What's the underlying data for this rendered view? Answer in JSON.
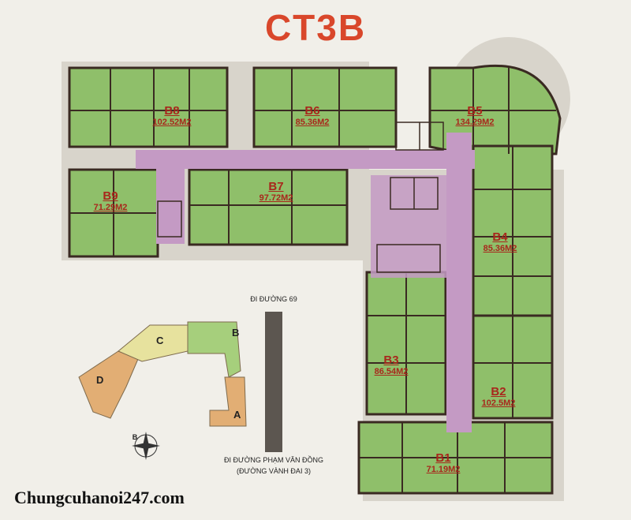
{
  "title": "CT3B",
  "units": [
    {
      "id": "B8",
      "code": "B8",
      "area": "102.52M2"
    },
    {
      "id": "B6",
      "code": "B6",
      "area": "85.36M2"
    },
    {
      "id": "B5",
      "code": "B5",
      "area": "134.29M2"
    },
    {
      "id": "B9",
      "code": "B9",
      "area": "71.29M2"
    },
    {
      "id": "B7",
      "code": "B7",
      "area": "97.72M2"
    },
    {
      "id": "B4",
      "code": "B4",
      "area": "85.36M2"
    },
    {
      "id": "B3",
      "code": "B3",
      "area": "86.54M2"
    },
    {
      "id": "B2",
      "code": "B2",
      "area": "102.5M2"
    },
    {
      "id": "B1",
      "code": "B1",
      "area": "71.19M2"
    }
  ],
  "site_plan": {
    "blocks": [
      "A",
      "B",
      "C",
      "D"
    ],
    "road_top": "ĐI ĐƯỜNG 69",
    "road_bottom_line1": "ĐI ĐƯỜNG PHẠM VĂN ĐỒNG",
    "road_bottom_line2": "(ĐƯỜNG VÀNH ĐAI 3)",
    "compass_letter": "B"
  },
  "watermark": "Chungcuhanoi247.com",
  "colors": {
    "room": "#8fbf6a",
    "corridor": "#c49ac4",
    "wall": "#3a2a22",
    "title": "#d9472b",
    "label": "#a8271c"
  }
}
